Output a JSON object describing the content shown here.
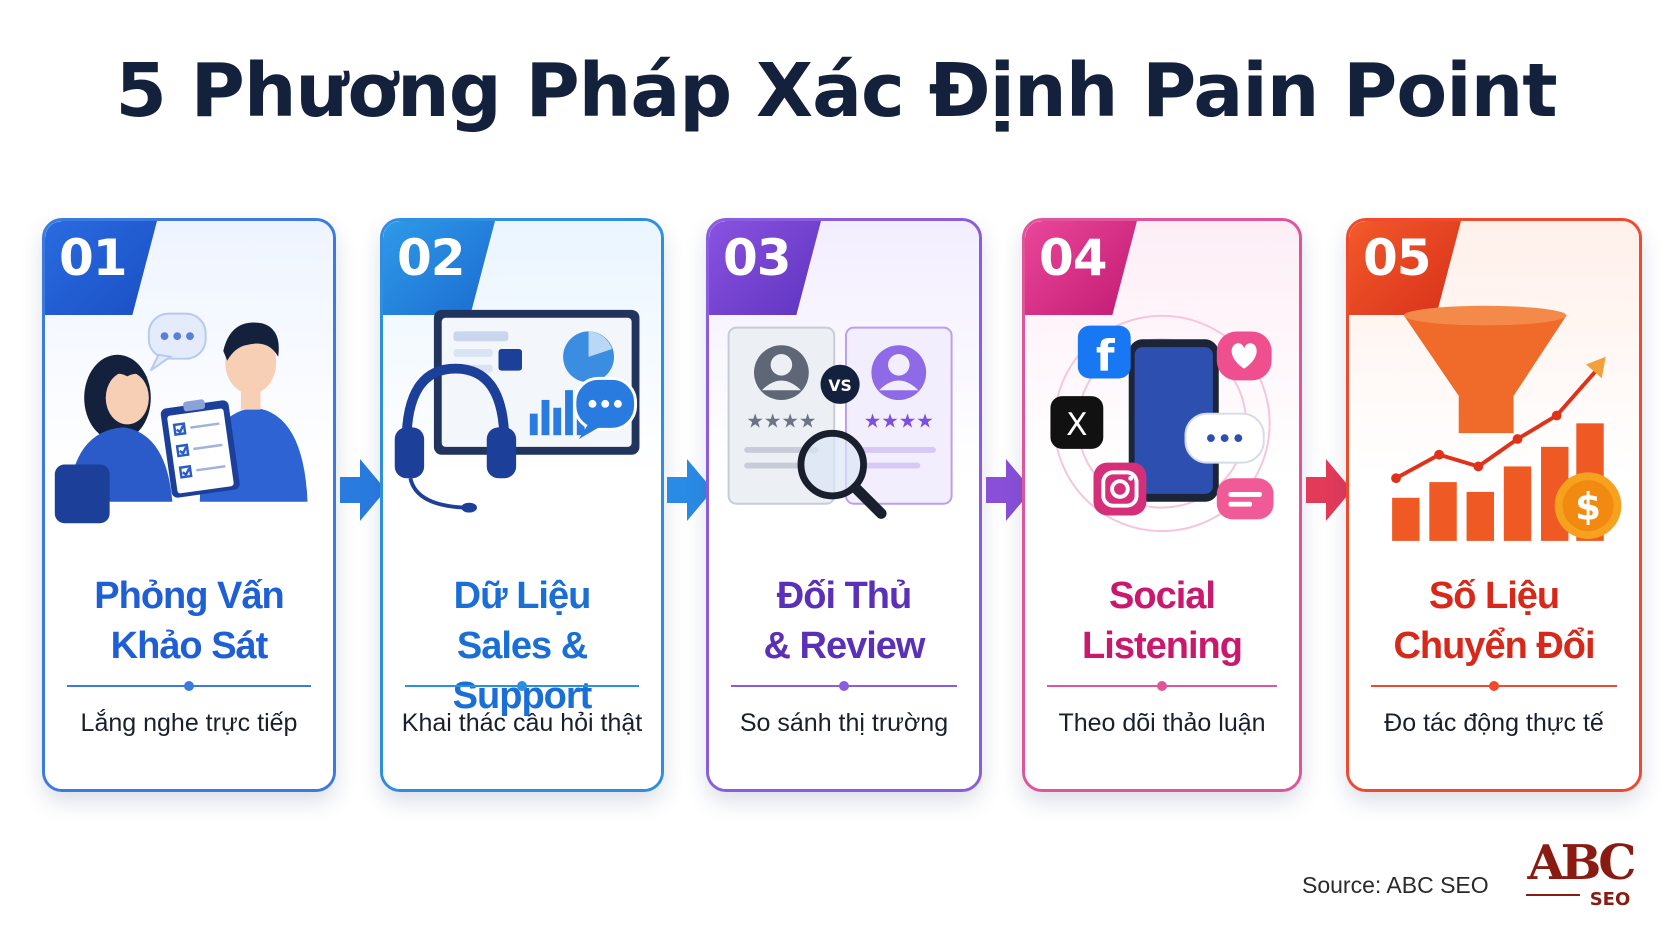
{
  "title": "5 Phương Pháp Xác Định Pain Point",
  "steps": [
    {
      "number": "01",
      "title_line1": "Phỏng Vấn",
      "title_line2": "Khảo Sát",
      "subtitle": "Lắng nghe trực tiếp",
      "color": "#1f5fd6"
    },
    {
      "number": "02",
      "title_line1": "Dữ Liệu",
      "title_line2": "Sales & Support",
      "subtitle": "Khai thác câu hỏi thật",
      "color": "#1a78d8"
    },
    {
      "number": "03",
      "title_line1": "Đối Thủ",
      "title_line2": "& Review",
      "subtitle": "So sánh thị trường",
      "color": "#6b3fc9"
    },
    {
      "number": "04",
      "title_line1": "Social",
      "title_line2": "Listening",
      "subtitle": "Theo dõi thảo luận",
      "color": "#c9186e"
    },
    {
      "number": "05",
      "title_line1": "Số Liệu",
      "title_line2": "Chuyển Đổi",
      "subtitle": "Đo tác động thực tế",
      "color": "#e5381b"
    }
  ],
  "illustrations": {
    "vs_label": "VS",
    "x_label": "X",
    "f_label": "f",
    "dollar_label": "$"
  },
  "source": "Source: ABC SEO",
  "logo": {
    "main": "ABC",
    "sub": "SEO",
    "color": "#8a1b12"
  }
}
